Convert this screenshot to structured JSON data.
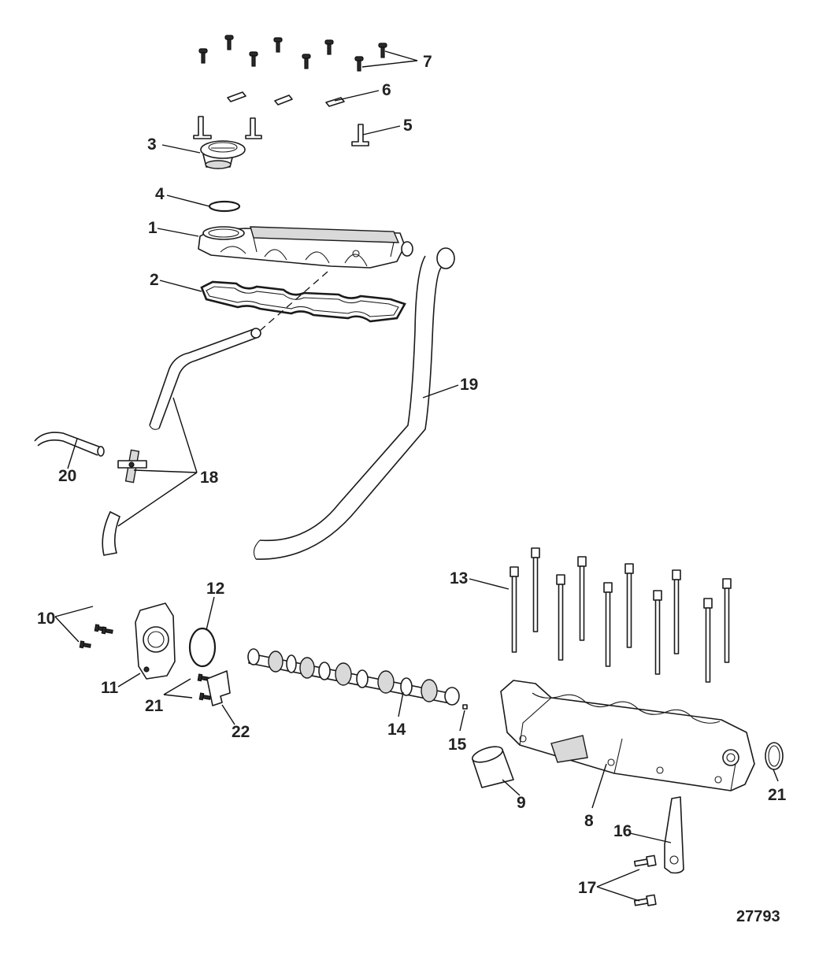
{
  "figure_number": "27793",
  "callouts": {
    "c1": "1",
    "c2": "2",
    "c3": "3",
    "c4": "4",
    "c5": "5",
    "c6": "6",
    "c7": "7",
    "c8": "8",
    "c9": "9",
    "c10": "10",
    "c11": "11",
    "c12": "12",
    "c13": "13",
    "c14": "14",
    "c15": "15",
    "c16": "16",
    "c17": "17",
    "c18": "18",
    "c19": "19",
    "c20": "20",
    "c21a": "21",
    "c21b": "21",
    "c22": "22"
  },
  "colors": {
    "line": "#1a1a1a",
    "text": "#222222",
    "background": "#ffffff"
  },
  "icons": [
    "screw-icon",
    "bracket-icon",
    "oil-filler-cap-icon",
    "o-ring-icon",
    "gasket-icon",
    "hose-icon",
    "camshaft-icon",
    "bolt-icon"
  ]
}
